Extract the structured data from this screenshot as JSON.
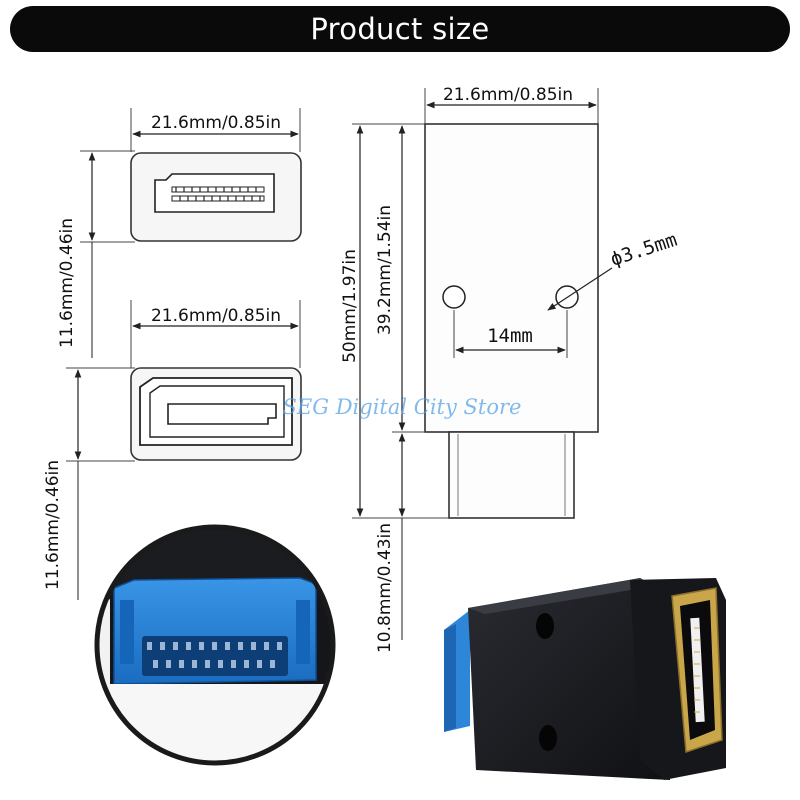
{
  "header": {
    "title": "Product size"
  },
  "dimensions": {
    "top_port_width": "21.6mm/0.85in",
    "top_port_height": "11.6mm/0.46in",
    "bottom_port_width": "21.6mm/0.85in",
    "bottom_port_height": "11.6mm/0.46in",
    "side_width": "21.6mm/0.85in",
    "total_length": "50mm/1.97in",
    "body_length": "39.2mm/1.54in",
    "plug_length": "10.8mm/0.43in",
    "hole_diameter": "ϕ3.5mm",
    "hole_spacing": "14mm"
  },
  "watermark": "SEG Digital City Store",
  "colors": {
    "banner": "#0a0a0a",
    "connector_blue": "#1f7fd6",
    "body_dark": "#1c1d22",
    "gold": "#c9a64a",
    "watermark": "#5aa3e6"
  }
}
